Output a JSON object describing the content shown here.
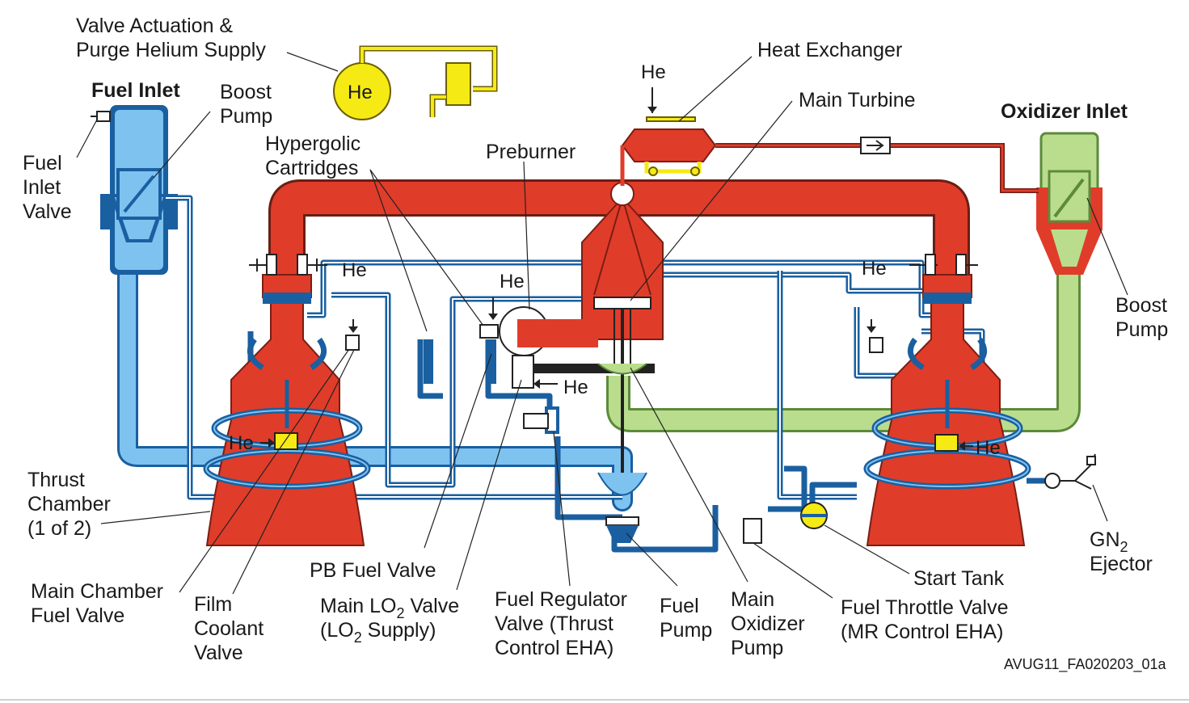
{
  "labels": {
    "valve_actuation": [
      "Valve Actuation &",
      "Purge Helium Supply"
    ],
    "helium_tank": "He",
    "fuel_inlet": "Fuel Inlet",
    "boost_pump_left": [
      "Boost",
      "Pump"
    ],
    "fuel_inlet_valve": [
      "Fuel",
      "Inlet",
      "Valve"
    ],
    "hypergolic": [
      "Hypergolic",
      "Cartridges"
    ],
    "preburner": "Preburner",
    "heat_exchanger": "Heat Exchanger",
    "main_turbine": "Main Turbine",
    "oxidizer_inlet": "Oxidizer Inlet",
    "boost_pump_right": [
      "Boost",
      "Pump"
    ],
    "thrust_chamber": [
      "Thrust",
      "Chamber",
      "(1 of 2)"
    ],
    "gn2_ejector": [
      "GN",
      "2",
      "Ejector"
    ],
    "start_tank": "Start Tank",
    "pb_fuel_valve": "PB Fuel Valve",
    "main_lo2_valve": [
      "Main LO",
      "2",
      " Valve",
      "(LO",
      "2",
      " Supply)"
    ],
    "main_chamber_fuel_valve": [
      "Main Chamber",
      "Fuel Valve"
    ],
    "film_coolant_valve": [
      "Film",
      "Coolant",
      "Valve"
    ],
    "fuel_regulator_valve": [
      "Fuel Regulator",
      "Valve (Thrust",
      "Control EHA)"
    ],
    "fuel_pump": [
      "Fuel",
      "Pump"
    ],
    "main_oxidizer_pump": [
      "Main",
      "Oxidizer",
      "Pump"
    ],
    "fuel_throttle_valve": [
      "Fuel Throttle Valve",
      "(MR Control EHA)"
    ],
    "he_marker": "He",
    "figure_id": "AVUG11_FA020203_01a"
  },
  "colors": {
    "fuel_light": "#7ec3f0",
    "fuel_dark": "#1a5fa0",
    "hot_gas": "#e03c2a",
    "hot_gas_dark": "#6a1e14",
    "oxidizer_light": "#b9dd8d",
    "oxidizer_dark": "#5d8a3a",
    "helium": "#f5ea14",
    "helium_dark": "#6b5e00"
  }
}
